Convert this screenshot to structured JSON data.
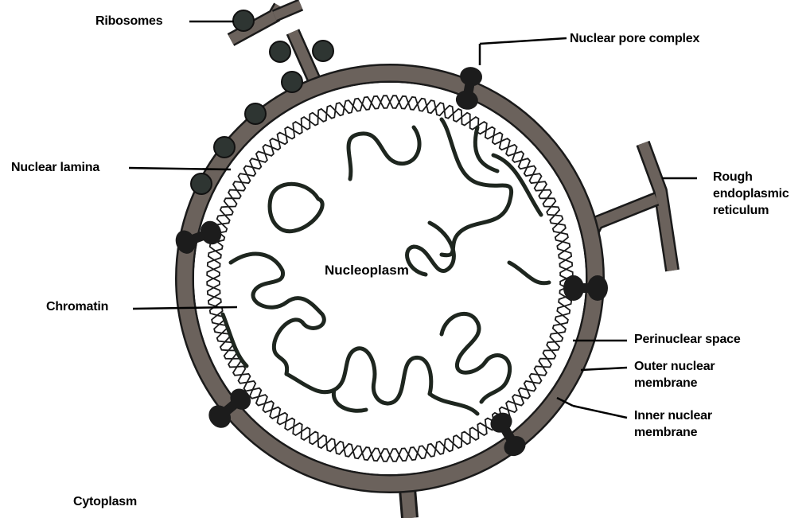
{
  "labels": {
    "ribosomes": "Ribosomes",
    "nuclear_pore_complex": "Nuclear pore complex",
    "nuclear_lamina": "Nuclear lamina",
    "rough_er_line1": "Rough",
    "rough_er_line2": "endoplasmic",
    "rough_er_line3": "reticulum",
    "nucleoplasm": "Nucleoplasm",
    "chromatin": "Chromatin",
    "perinuclear_space": "Perinuclear space",
    "outer_membrane_line1": "Outer nuclear",
    "outer_membrane_line2": "membrane",
    "inner_membrane_line1": "Inner nuclear",
    "inner_membrane_line2": "membrane",
    "cytoplasm": "Cytoplasm"
  },
  "colors": {
    "membrane": "#6b625c",
    "outline": "#1a1a1a",
    "ribosome": "#2e3532",
    "pore": "#1c1c1c",
    "chromatin": "#1e261f",
    "background": "#ffffff"
  }
}
